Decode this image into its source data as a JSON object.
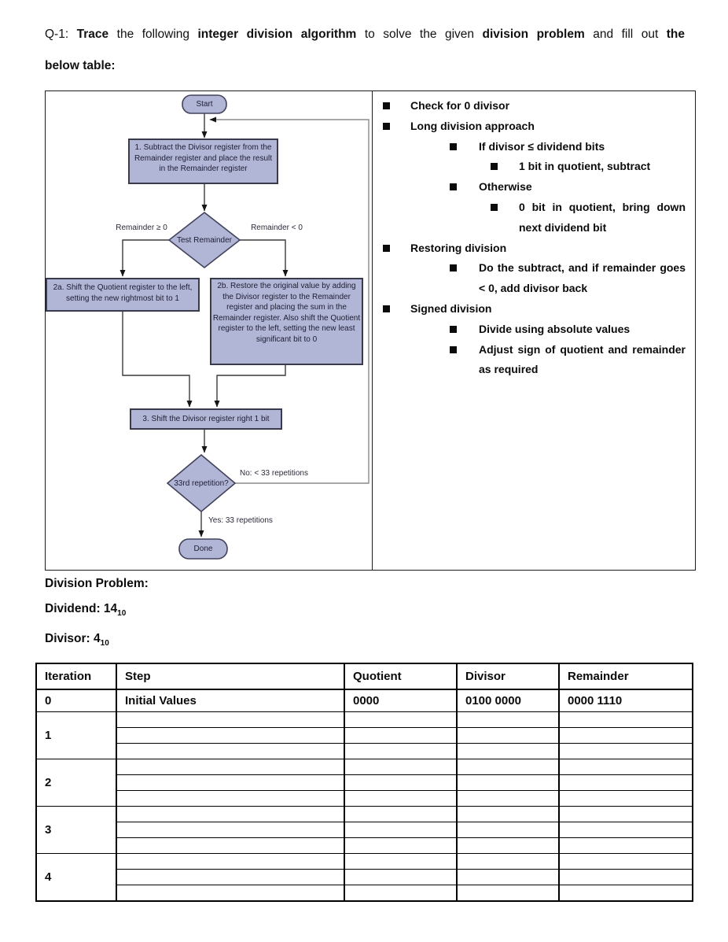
{
  "header": {
    "line1": [
      "Q-1: ",
      "Trace",
      " the following ",
      "integer division algorithm",
      " to solve the given ",
      "division problem",
      " and fill out ",
      "the"
    ],
    "line2": "below table:"
  },
  "flowchart": {
    "start": "Start",
    "box1": "1.  Subtract the Divisor register from the Remainder register and place the result in the Remainder register",
    "label_ge": "Remainder ≥ 0",
    "label_lt": "Remainder < 0",
    "test_remainder": "Test Remainder",
    "box2a": "2a.  Shift the Quotient register to the left, setting the new rightmost bit to 1",
    "box2b": "2b.  Restore the original value by adding the Divisor register to the Remainder register and placing the sum in the Remainder register. Also shift the Quotient register to the left, setting the new least significant bit to 0",
    "box3": "3.  Shift the Divisor register right 1 bit",
    "rep_check": "33rd repetition?",
    "no_label": "No: < 33 repetitions",
    "yes_label": "Yes: 33 repetitions",
    "done": "Done",
    "node_fill": "#b2b6d6",
    "node_stroke": "#42425c"
  },
  "notes": {
    "items": [
      "Check for 0 divisor",
      "Long division approach",
      "If divisor ≤ dividend bits",
      "1 bit in quotient, subtract",
      "Otherwise",
      "0 bit in quotient, bring down next dividend bit",
      "Restoring division",
      "Do the subtract, and if remainder goes < 0, add divisor back",
      "Signed division",
      "Divide using absolute values",
      "Adjust sign of quotient and remainder as required"
    ]
  },
  "problem": {
    "title": "Division Problem:",
    "dividend_label": "Dividend: 14",
    "dividend_base": "10",
    "divisor_label": "Divisor: 4",
    "divisor_base": "10"
  },
  "table": {
    "headers": [
      "Iteration",
      "Step",
      "Quotient",
      "Divisor",
      "Remainder"
    ],
    "row0": [
      "0",
      "Initial Values",
      "0000",
      "0100 0000",
      "0000 1110"
    ],
    "iterations": [
      "1",
      "2",
      "3",
      "4"
    ]
  }
}
